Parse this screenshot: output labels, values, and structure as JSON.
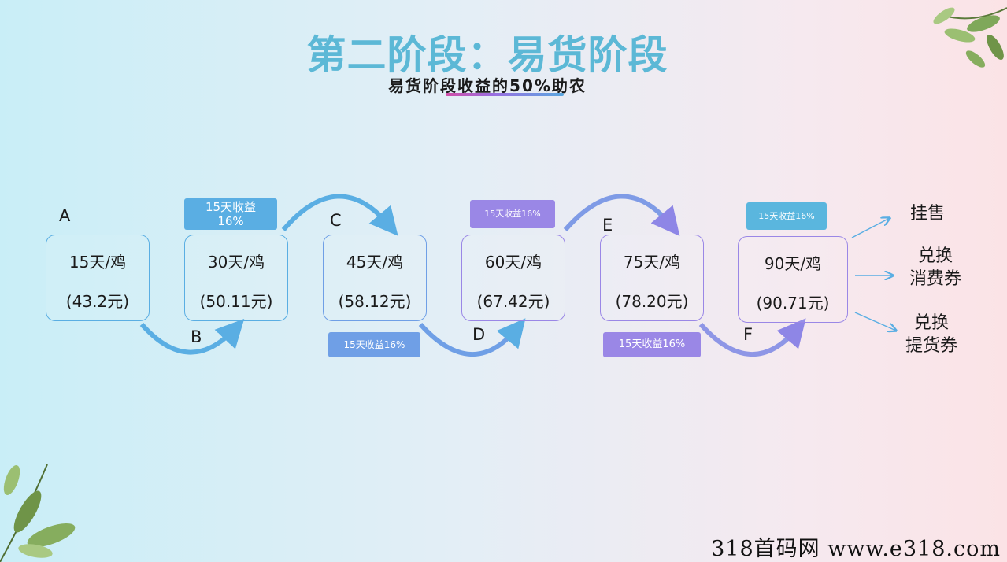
{
  "header": {
    "title": "第二阶段：易货阶段",
    "subtitle": "易货阶段收益的50%助农"
  },
  "steps": [
    {
      "letter": "A",
      "days": "15天/鸡",
      "price": "(43.2元)"
    },
    {
      "letter": "B",
      "days": "30天/鸡",
      "price": "(50.11元)"
    },
    {
      "letter": "C",
      "days": "45天/鸡",
      "price": "(58.12元)"
    },
    {
      "letter": "D",
      "days": "60天/鸡",
      "price": "(67.42元)"
    },
    {
      "letter": "E",
      "days": "75天/鸡",
      "price": "(78.20元)"
    },
    {
      "letter": "F",
      "days": "90天/鸡",
      "price": "(90.71元)"
    }
  ],
  "tags": [
    {
      "text": "15天收益16%",
      "color": "#5aaee3"
    },
    {
      "text": "15天收益16%",
      "color": "#6f9fe6"
    },
    {
      "text": "15天收益16%",
      "color": "#9a87e6"
    },
    {
      "text": "15天收益16%",
      "color": "#9a87e6"
    },
    {
      "text": "15天收益16%",
      "color": "#5ab6de"
    }
  ],
  "outcomes": [
    {
      "line1": "挂售"
    },
    {
      "line1": "兑换",
      "line2": "消费券"
    },
    {
      "line1": "兑换",
      "line2": "提货券"
    }
  ],
  "colors": {
    "title": "#5cb8d6",
    "box_blue": "#5aaee3",
    "box_purple": "#9a87e6",
    "arrow": "#5aaee3"
  },
  "watermark": "318首码网 www.e318.com"
}
